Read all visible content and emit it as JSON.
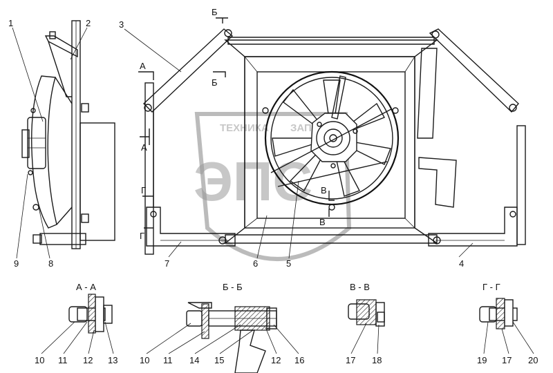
{
  "callouts": [
    "1",
    "2",
    "3",
    "4",
    "5",
    "6",
    "7",
    "8",
    "9"
  ],
  "detail_callouts": [
    "10",
    "11",
    "12",
    "13",
    "14",
    "15",
    "16",
    "17",
    "18",
    "19",
    "20"
  ],
  "section_marks": [
    "А",
    "Б",
    "В",
    "Г"
  ],
  "section_titles": [
    "А - А",
    "Б - Б",
    "В - В",
    "Г - Г"
  ],
  "watermark": {
    "line1": "ТЕХНИКА",
    "line2": "ЗАПЧАСТИ",
    "logo": "ЭПС"
  }
}
